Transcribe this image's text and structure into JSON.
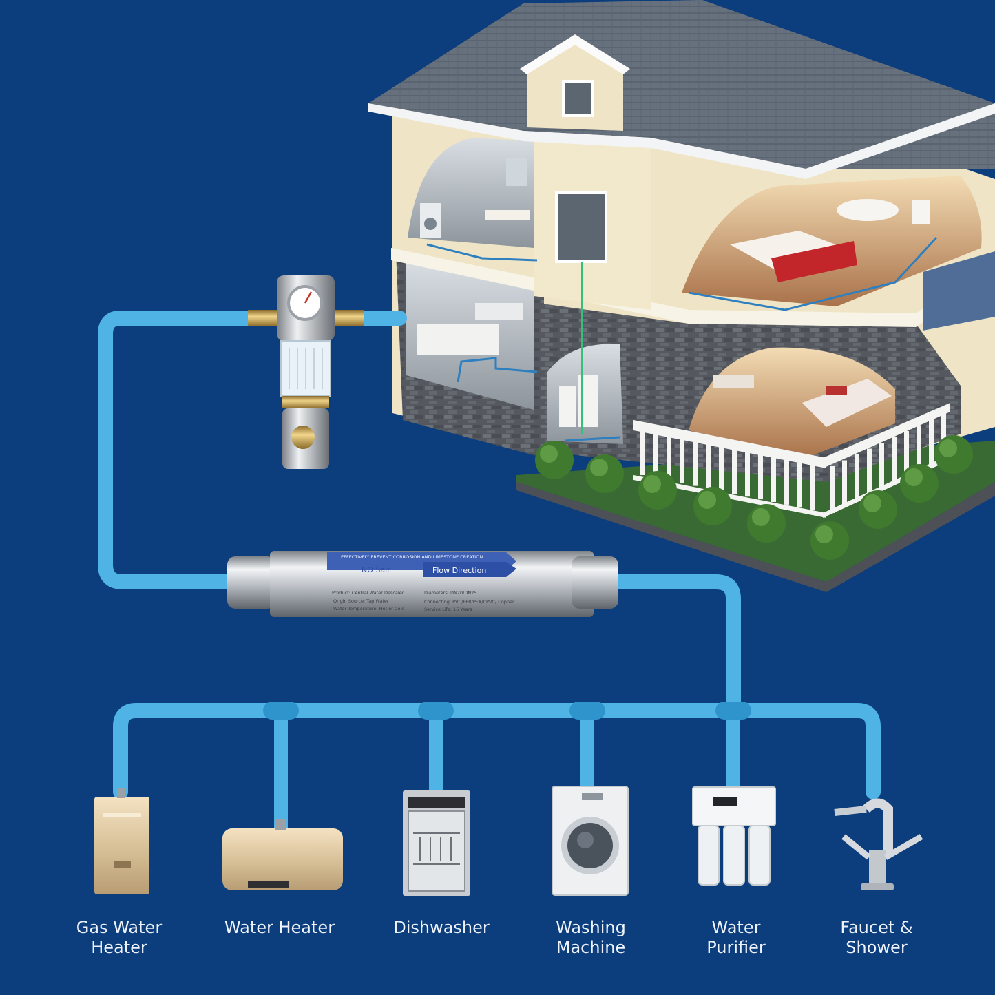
{
  "colors": {
    "background": "#0c3d7c",
    "pipe": "#4fb3e6",
    "pipe_dark": "#2f93cc",
    "label_text": "#eef3fb",
    "roof": "#6b7684",
    "wall": "#efe5c6",
    "stone": "#5a5d63"
  },
  "descaler": {
    "header": "EFFECTIVELY PREVENT CORROSION AND LIMESTONE CREATION",
    "tag_left": "NO Salt",
    "tag_right": "Flow  Direction",
    "spec_product": "Product: Central Water Descaler",
    "spec_origin": "Origin Source: Tap Water",
    "spec_temperature": "Water Temperature: Hot or Cold",
    "spec_diameters": "Diameters: DN20/DN25",
    "spec_connecting": "Connecting: PVC/PPR/PEX/CPVC/ Copper",
    "spec_service": "Service Life: 15 Years"
  },
  "appliances": [
    {
      "label": "Gas Water\nHeater",
      "icon": "gas-water-heater-icon"
    },
    {
      "label": "Water Heater",
      "icon": "water-heater-icon"
    },
    {
      "label": "Dishwasher",
      "icon": "dishwasher-icon"
    },
    {
      "label": "Washing\nMachine",
      "icon": "washing-machine-icon"
    },
    {
      "label": "Water\nPurifier",
      "icon": "water-purifier-icon"
    },
    {
      "label": "Faucet &\nShower",
      "icon": "faucet-shower-icon"
    }
  ]
}
